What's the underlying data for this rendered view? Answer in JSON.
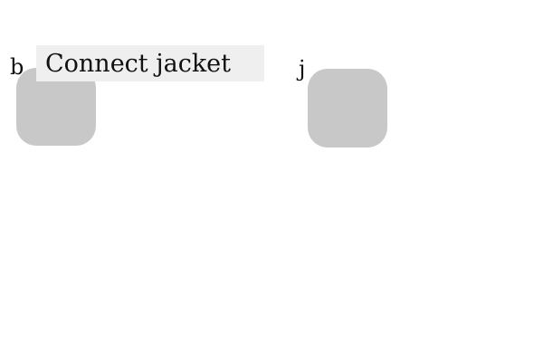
{
  "tiles": [
    {
      "letter": "b"
    },
    {
      "letter": "j"
    }
  ],
  "tooltip": {
    "text": "Connect jacket"
  }
}
